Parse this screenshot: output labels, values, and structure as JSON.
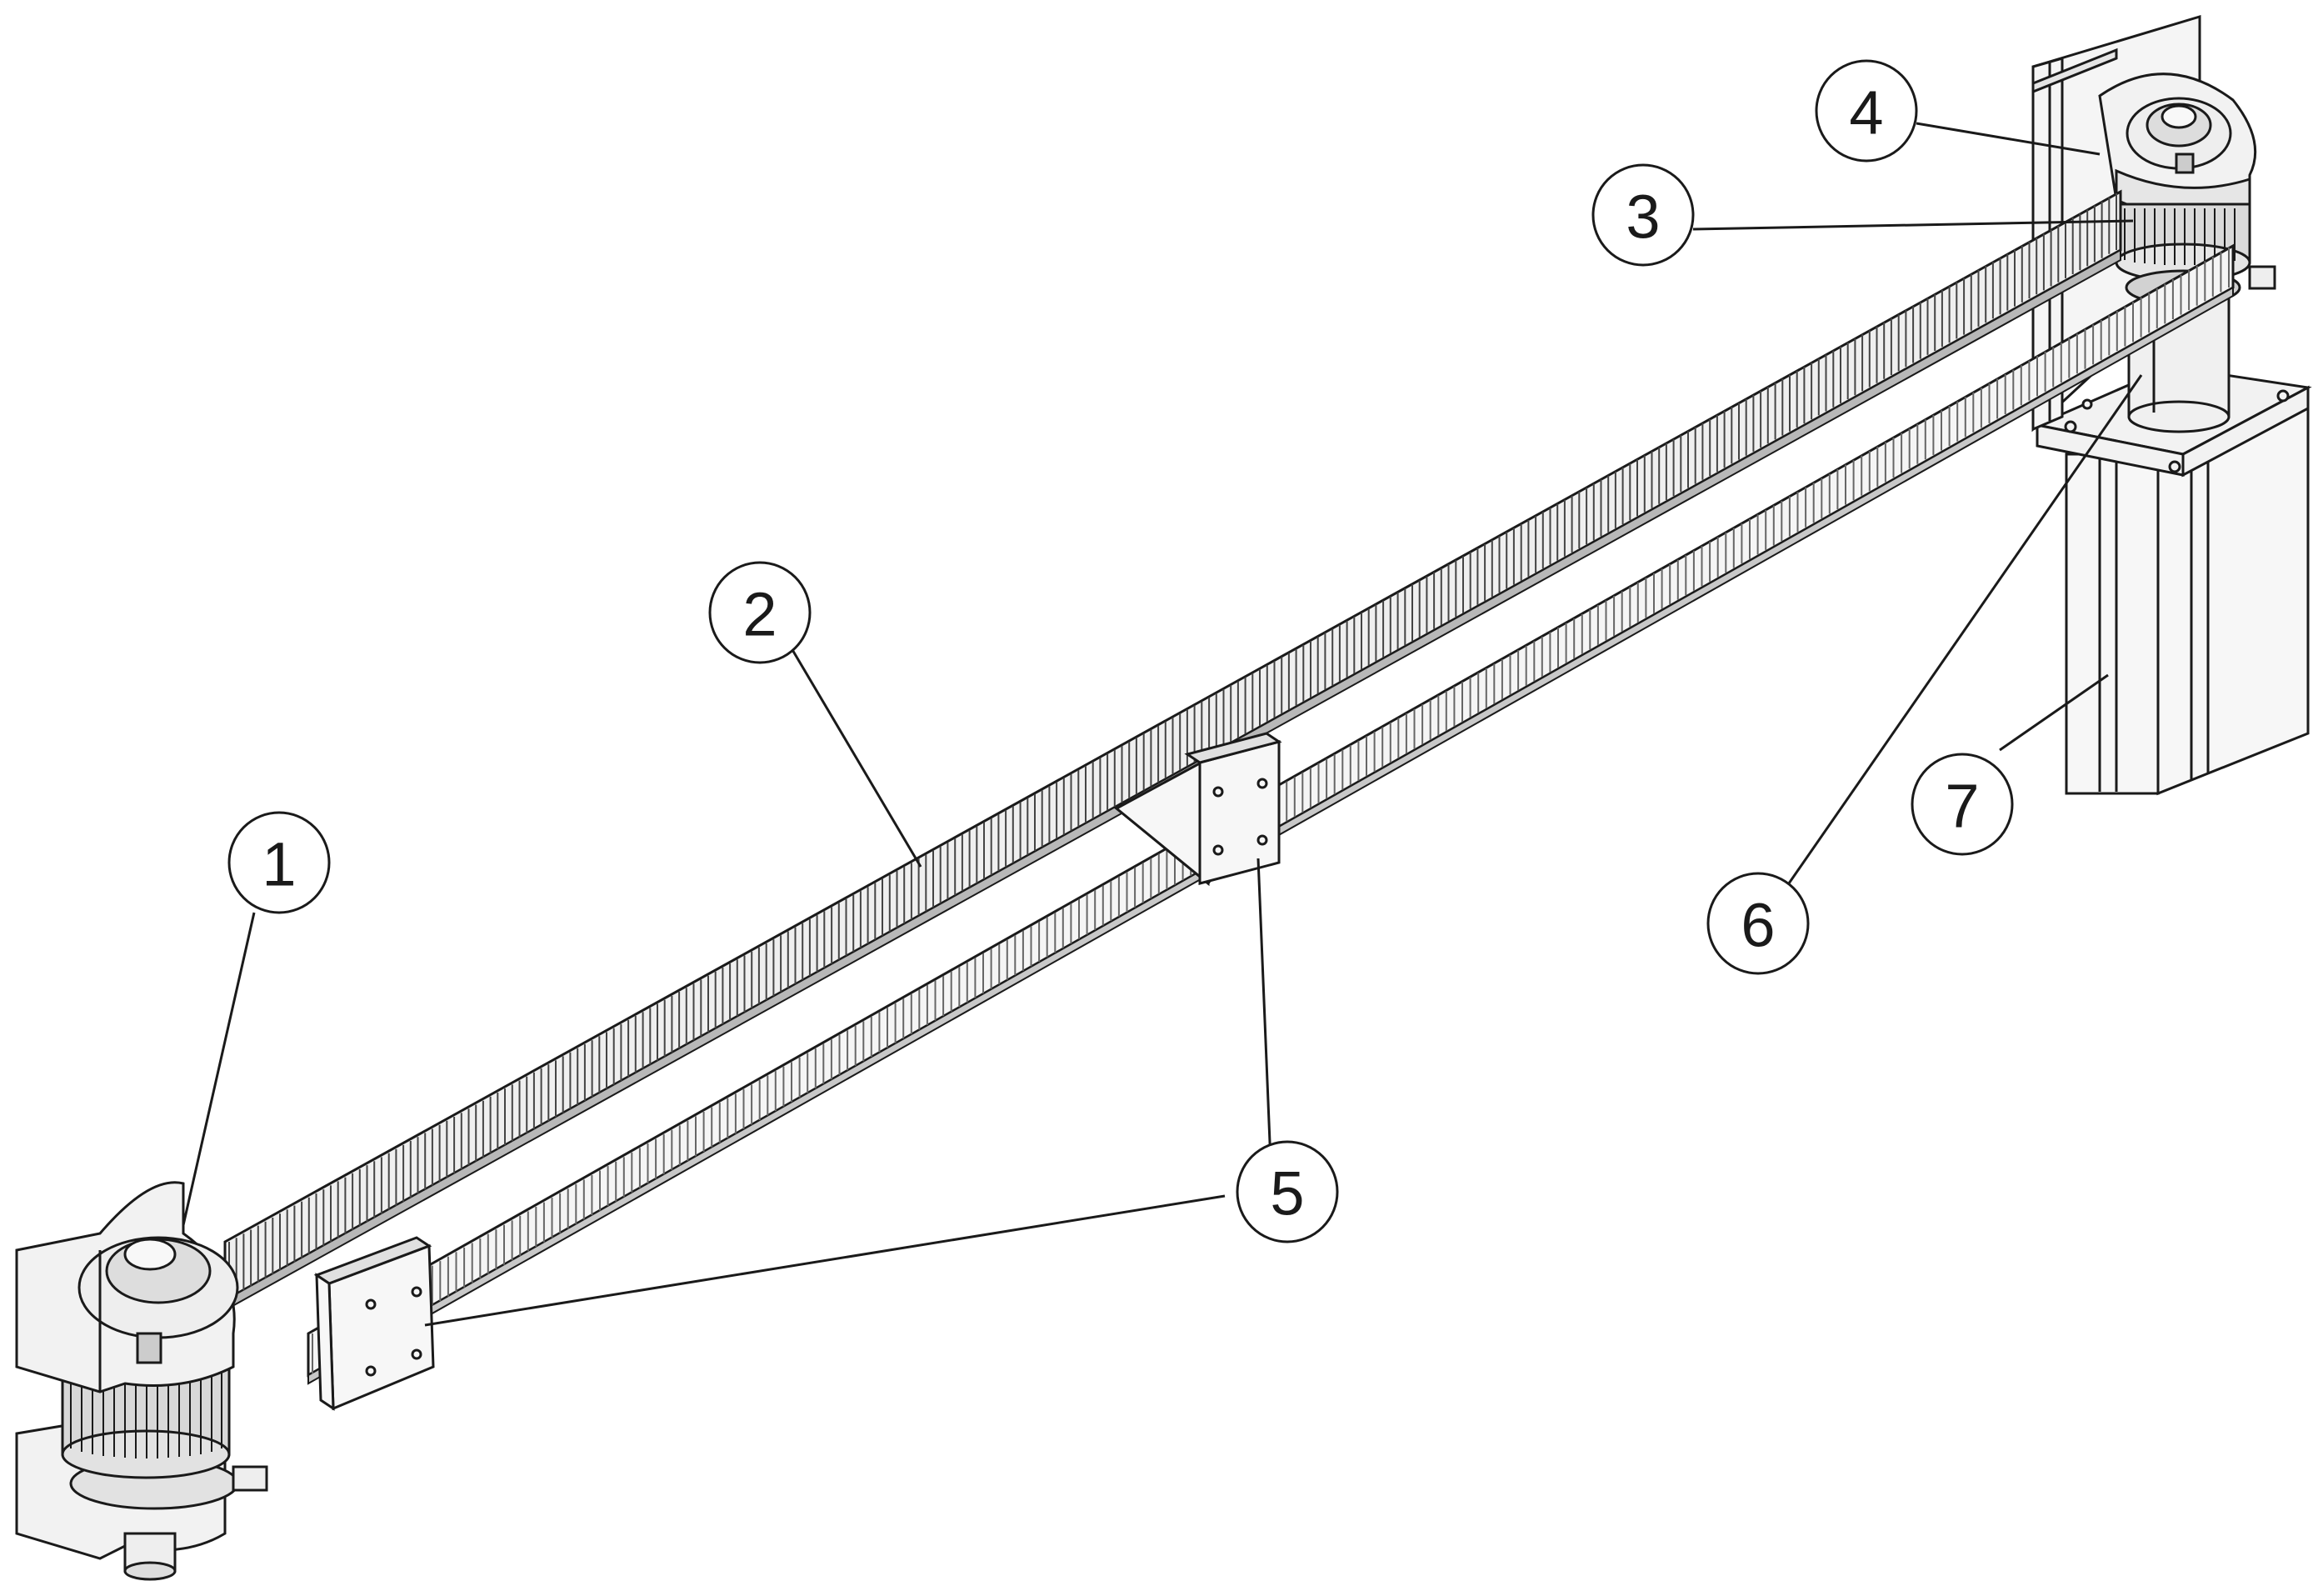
{
  "callouts": {
    "c1": "1",
    "c2": "2",
    "c3": "3",
    "c4": "4",
    "c5": "5",
    "c6": "6",
    "c7": "7"
  },
  "colors": {
    "line": "#1a1a1a",
    "light": "#f2f2f2",
    "mid": "#cfcfcf",
    "dark": "#8a8a8a"
  }
}
